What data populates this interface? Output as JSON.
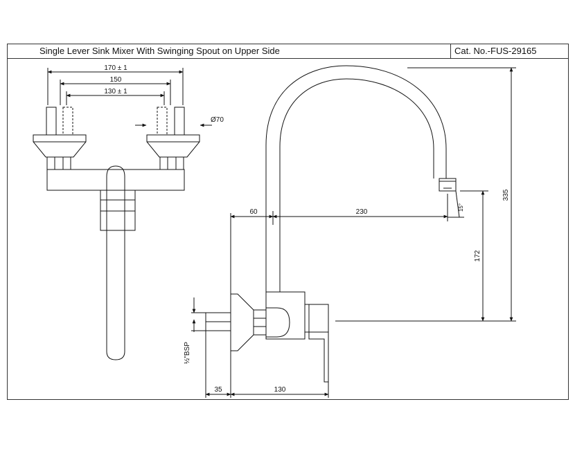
{
  "title_block": {
    "title": "Single Lever Sink Mixer With Swinging Spout on Upper Side",
    "catalog_number": "Cat. No.-FUS-29165"
  },
  "front_view": {
    "dim_outer": "170 ± 1",
    "dim_middle": "150",
    "dim_inner": "130 ± 1",
    "dim_flange": "Ø70"
  },
  "side_view": {
    "dim_60": "60",
    "dim_230": "230",
    "dim_335": "335",
    "dim_172": "172",
    "dim_35": "35",
    "dim_130": "130",
    "thread_label": "½\"BSP",
    "angle_label": "15°"
  }
}
